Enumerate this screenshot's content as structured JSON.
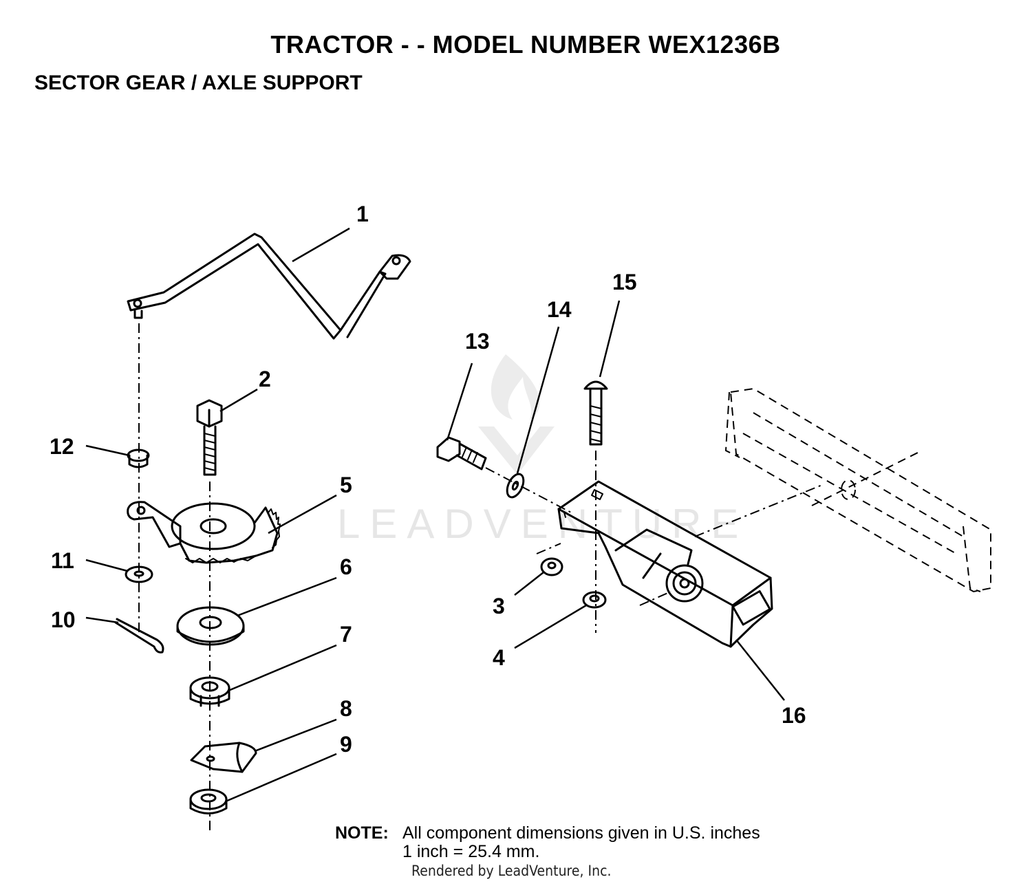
{
  "title": "TRACTOR - - MODEL NUMBER WEX1236B",
  "subtitle": "SECTOR GEAR / AXLE SUPPORT",
  "watermark": "LEADVENTURE",
  "callouts": [
    "1",
    "2",
    "3",
    "4",
    "5",
    "6",
    "7",
    "8",
    "9",
    "10",
    "11",
    "12",
    "13",
    "14",
    "15",
    "16"
  ],
  "note": {
    "label": "NOTE:",
    "line1": "All component dimensions given in U.S. inches",
    "line2": "1 inch = 25.4 mm."
  },
  "rendered_by": "Rendered by LeadVenture, Inc."
}
